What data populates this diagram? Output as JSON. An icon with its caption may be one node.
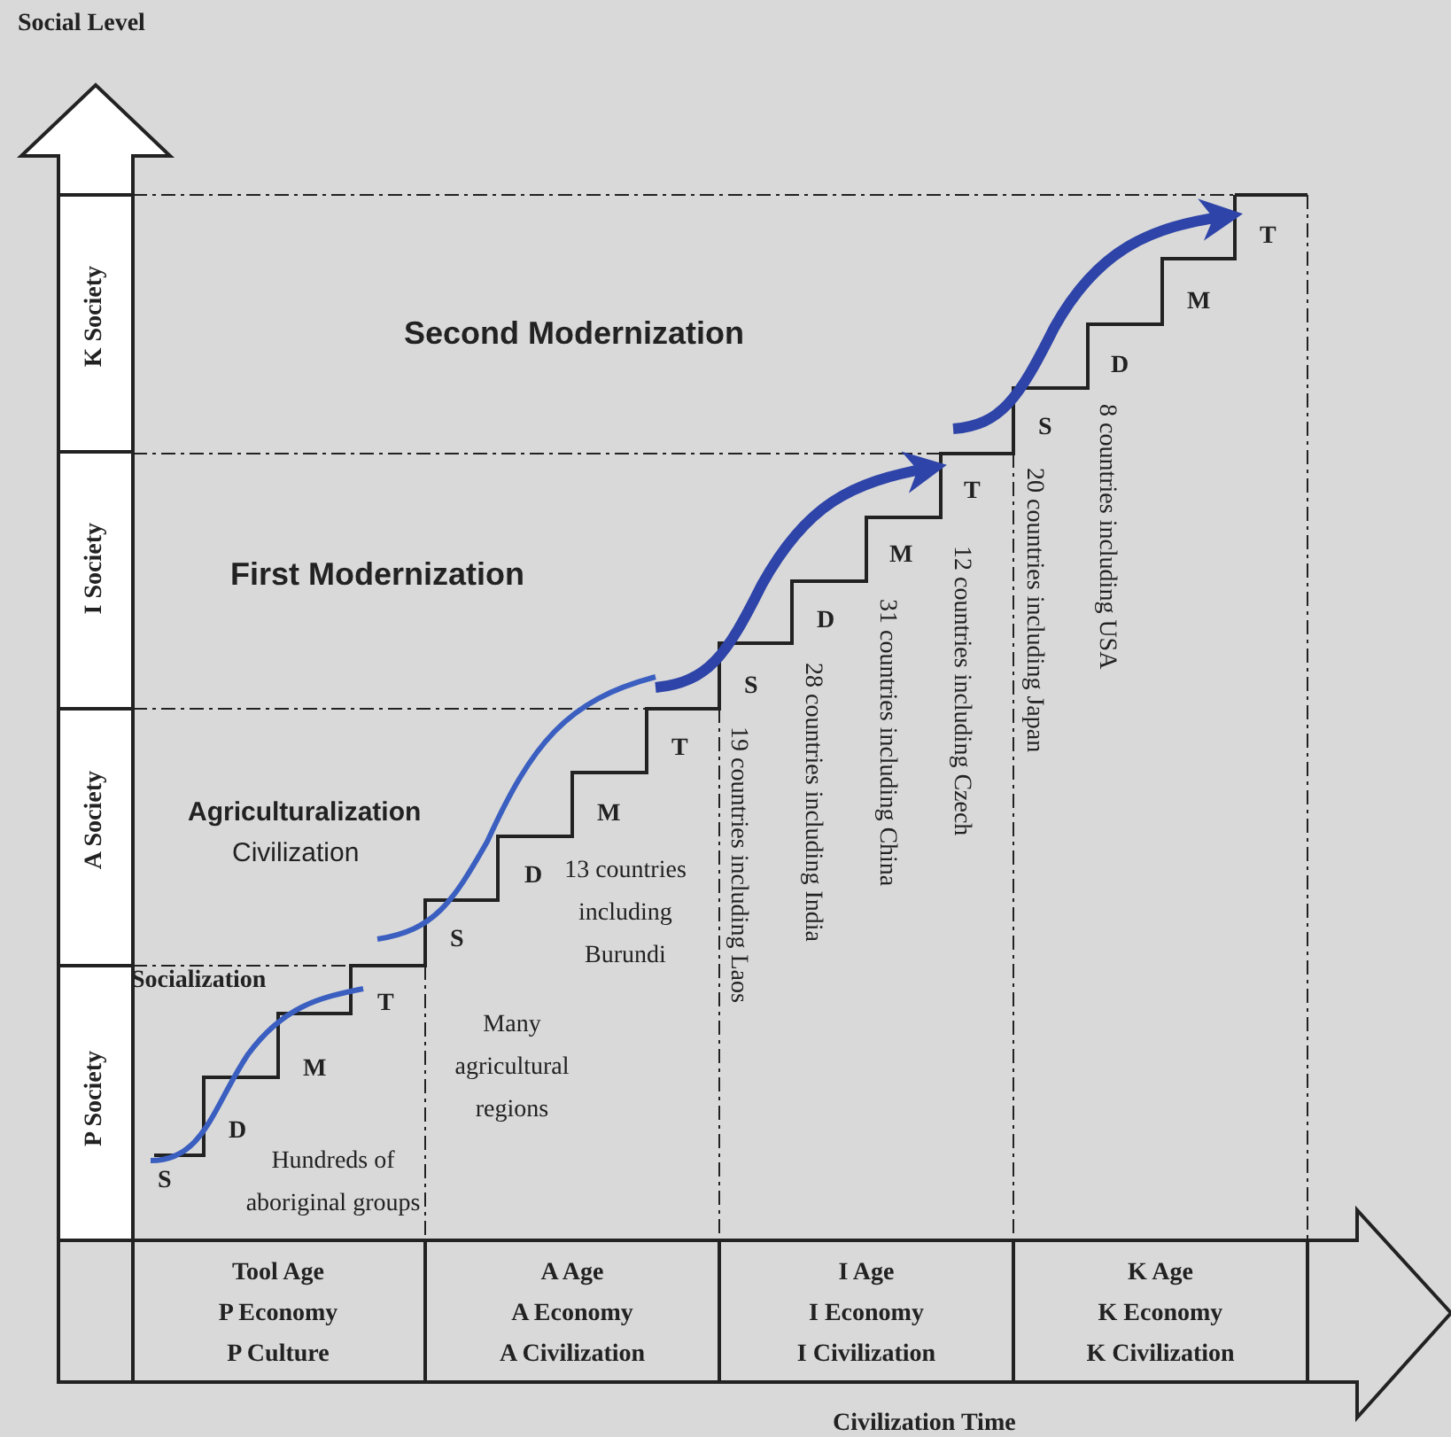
{
  "diagram": {
    "labels": [
      "Social Level",
      "Second Modernization",
      "K Society",
      "T",
      "M",
      "D",
      "S",
      "20 countries including Japan",
      "8 countries including USA",
      "T",
      "M",
      "I Society",
      "First Modernization",
      "31 countries including China",
      "12 countries including Czech",
      "D",
      "28 countries including India",
      "S",
      "19 countries including Laos",
      "T",
      "A Society",
      "Agriculturalization",
      "Civilization",
      "M",
      "D",
      "13 countries including Burundi",
      "S",
      "Socialization",
      "T",
      "Many agricultural regions",
      "M",
      "P Society",
      "D",
      "Hundreds of aboriginal groups",
      "S",
      "Tool Age",
      "A Age",
      "I Age",
      "K Age",
      "P Economy",
      "A Economy",
      "I Economy",
      "K Economy",
      "P Culture",
      "A Civilization",
      "I Civilization",
      "K Civilization",
      "Civilization Time"
    ]
  }
}
